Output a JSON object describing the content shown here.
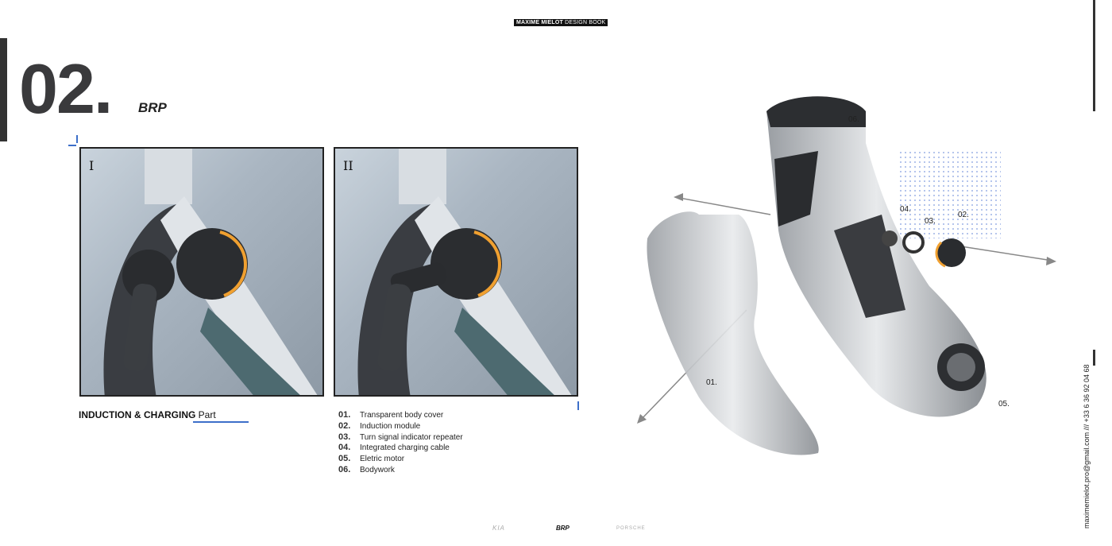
{
  "header": {
    "badge_bold": "MAXIME MIELOT",
    "badge_light": "DESIGN BOOK"
  },
  "chapter": {
    "number": "02.",
    "name": "BRP"
  },
  "panels": [
    {
      "label": "I"
    },
    {
      "label": "II"
    }
  ],
  "section": {
    "title_bold": "INDUCTION & CHARGING",
    "title_light": "Part"
  },
  "parts": [
    {
      "num": "01.",
      "label": "Transparent body cover"
    },
    {
      "num": "02.",
      "label": "Induction module"
    },
    {
      "num": "03.",
      "label": "Turn signal indicator repeater"
    },
    {
      "num": "04.",
      "label": "Integrated charging cable"
    },
    {
      "num": "05.",
      "label": "Eletric motor"
    },
    {
      "num": "06.",
      "label": "Bodywork"
    }
  ],
  "callouts": {
    "c01": "01.",
    "c02": "02.",
    "c03": "03.",
    "c04": "04.",
    "c05": "05.",
    "c06": "06."
  },
  "contact": "maximemielot.pro@gmail.com  ///  +33 6 36 92 04 68",
  "footer_logos": [
    "KIA",
    "BRP",
    "PORSCHE"
  ],
  "colors": {
    "accent": "#3d6fc9",
    "indicator": "#f0a030"
  }
}
